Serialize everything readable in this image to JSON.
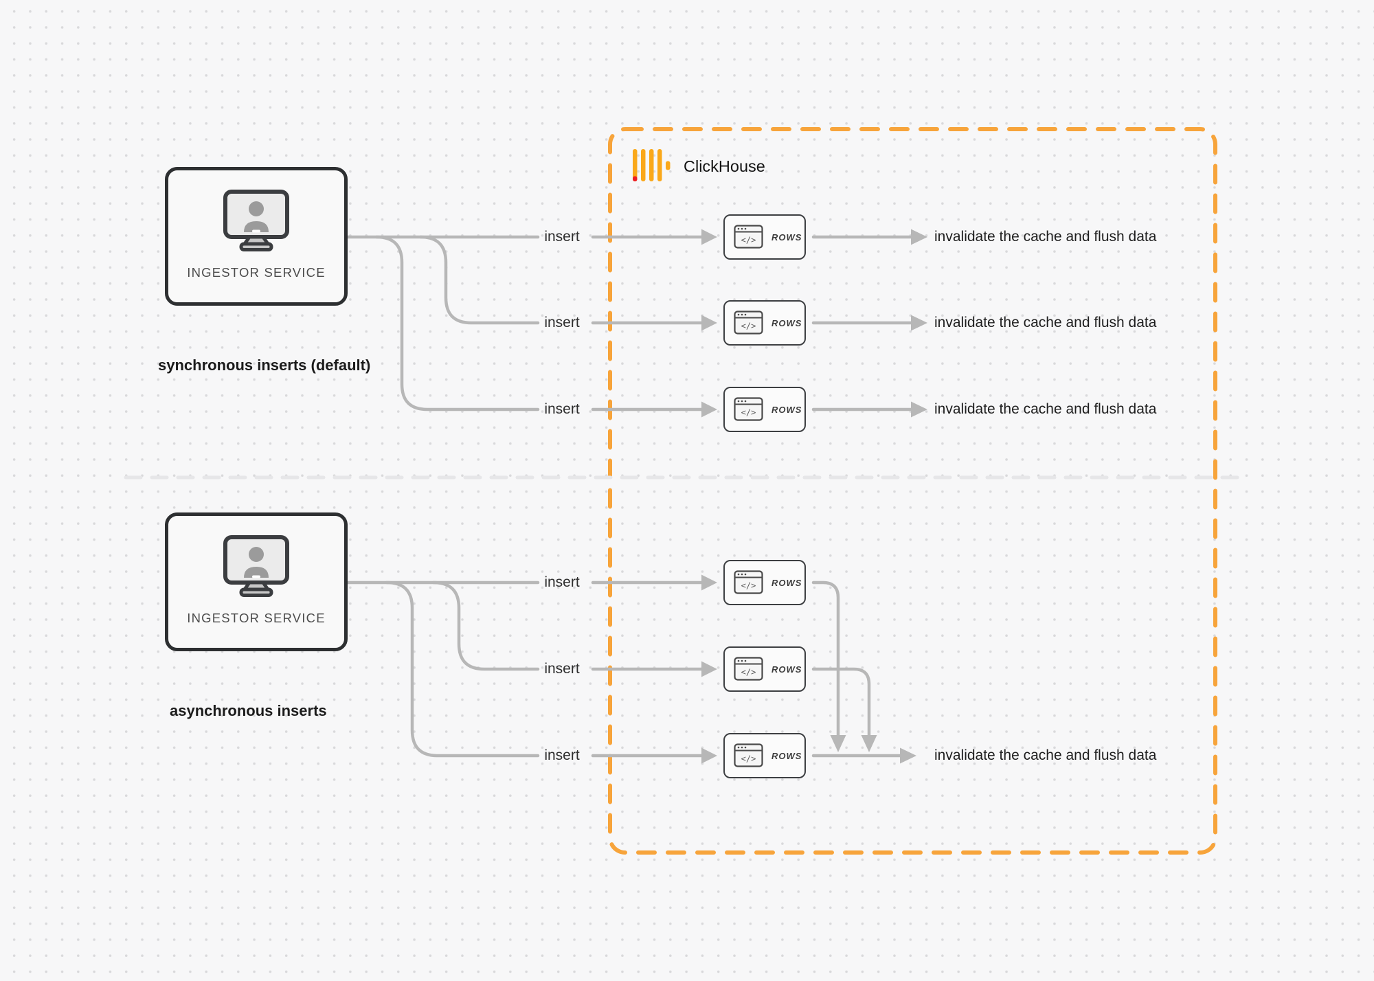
{
  "clickhouse_box": {
    "label": "ClickHouse"
  },
  "rows_card": {
    "label": "ROWS"
  },
  "icons": {
    "monitor_user": "monitor-with-user-silhouette",
    "code_window": "browser-code-window",
    "code_window_glyph": "</>",
    "clickhouse_logo": "clickhouse-bars-logo"
  },
  "sync": {
    "service_label": "INGESTOR SERVICE",
    "caption": "synchronous inserts (default)",
    "insert_label": "insert",
    "result_label": "invalidate the cache and flush data"
  },
  "async": {
    "service_label": "INGESTOR SERVICE",
    "caption": "asynchronous inserts",
    "insert_label": "insert",
    "result_label": "invalidate the cache and flush data"
  },
  "colors": {
    "accent_orange": "#F7A43B",
    "logo_yellow": "#FAA81A",
    "logo_red": "#ED1C24",
    "connector_gray": "#b7b7b7",
    "divider_gray": "#e6e6e8",
    "box_border_dark": "#2d2f31",
    "card_border_dark": "#3d3f42",
    "background": "#f7f7f8",
    "text_dark": "#1f1f1f"
  }
}
